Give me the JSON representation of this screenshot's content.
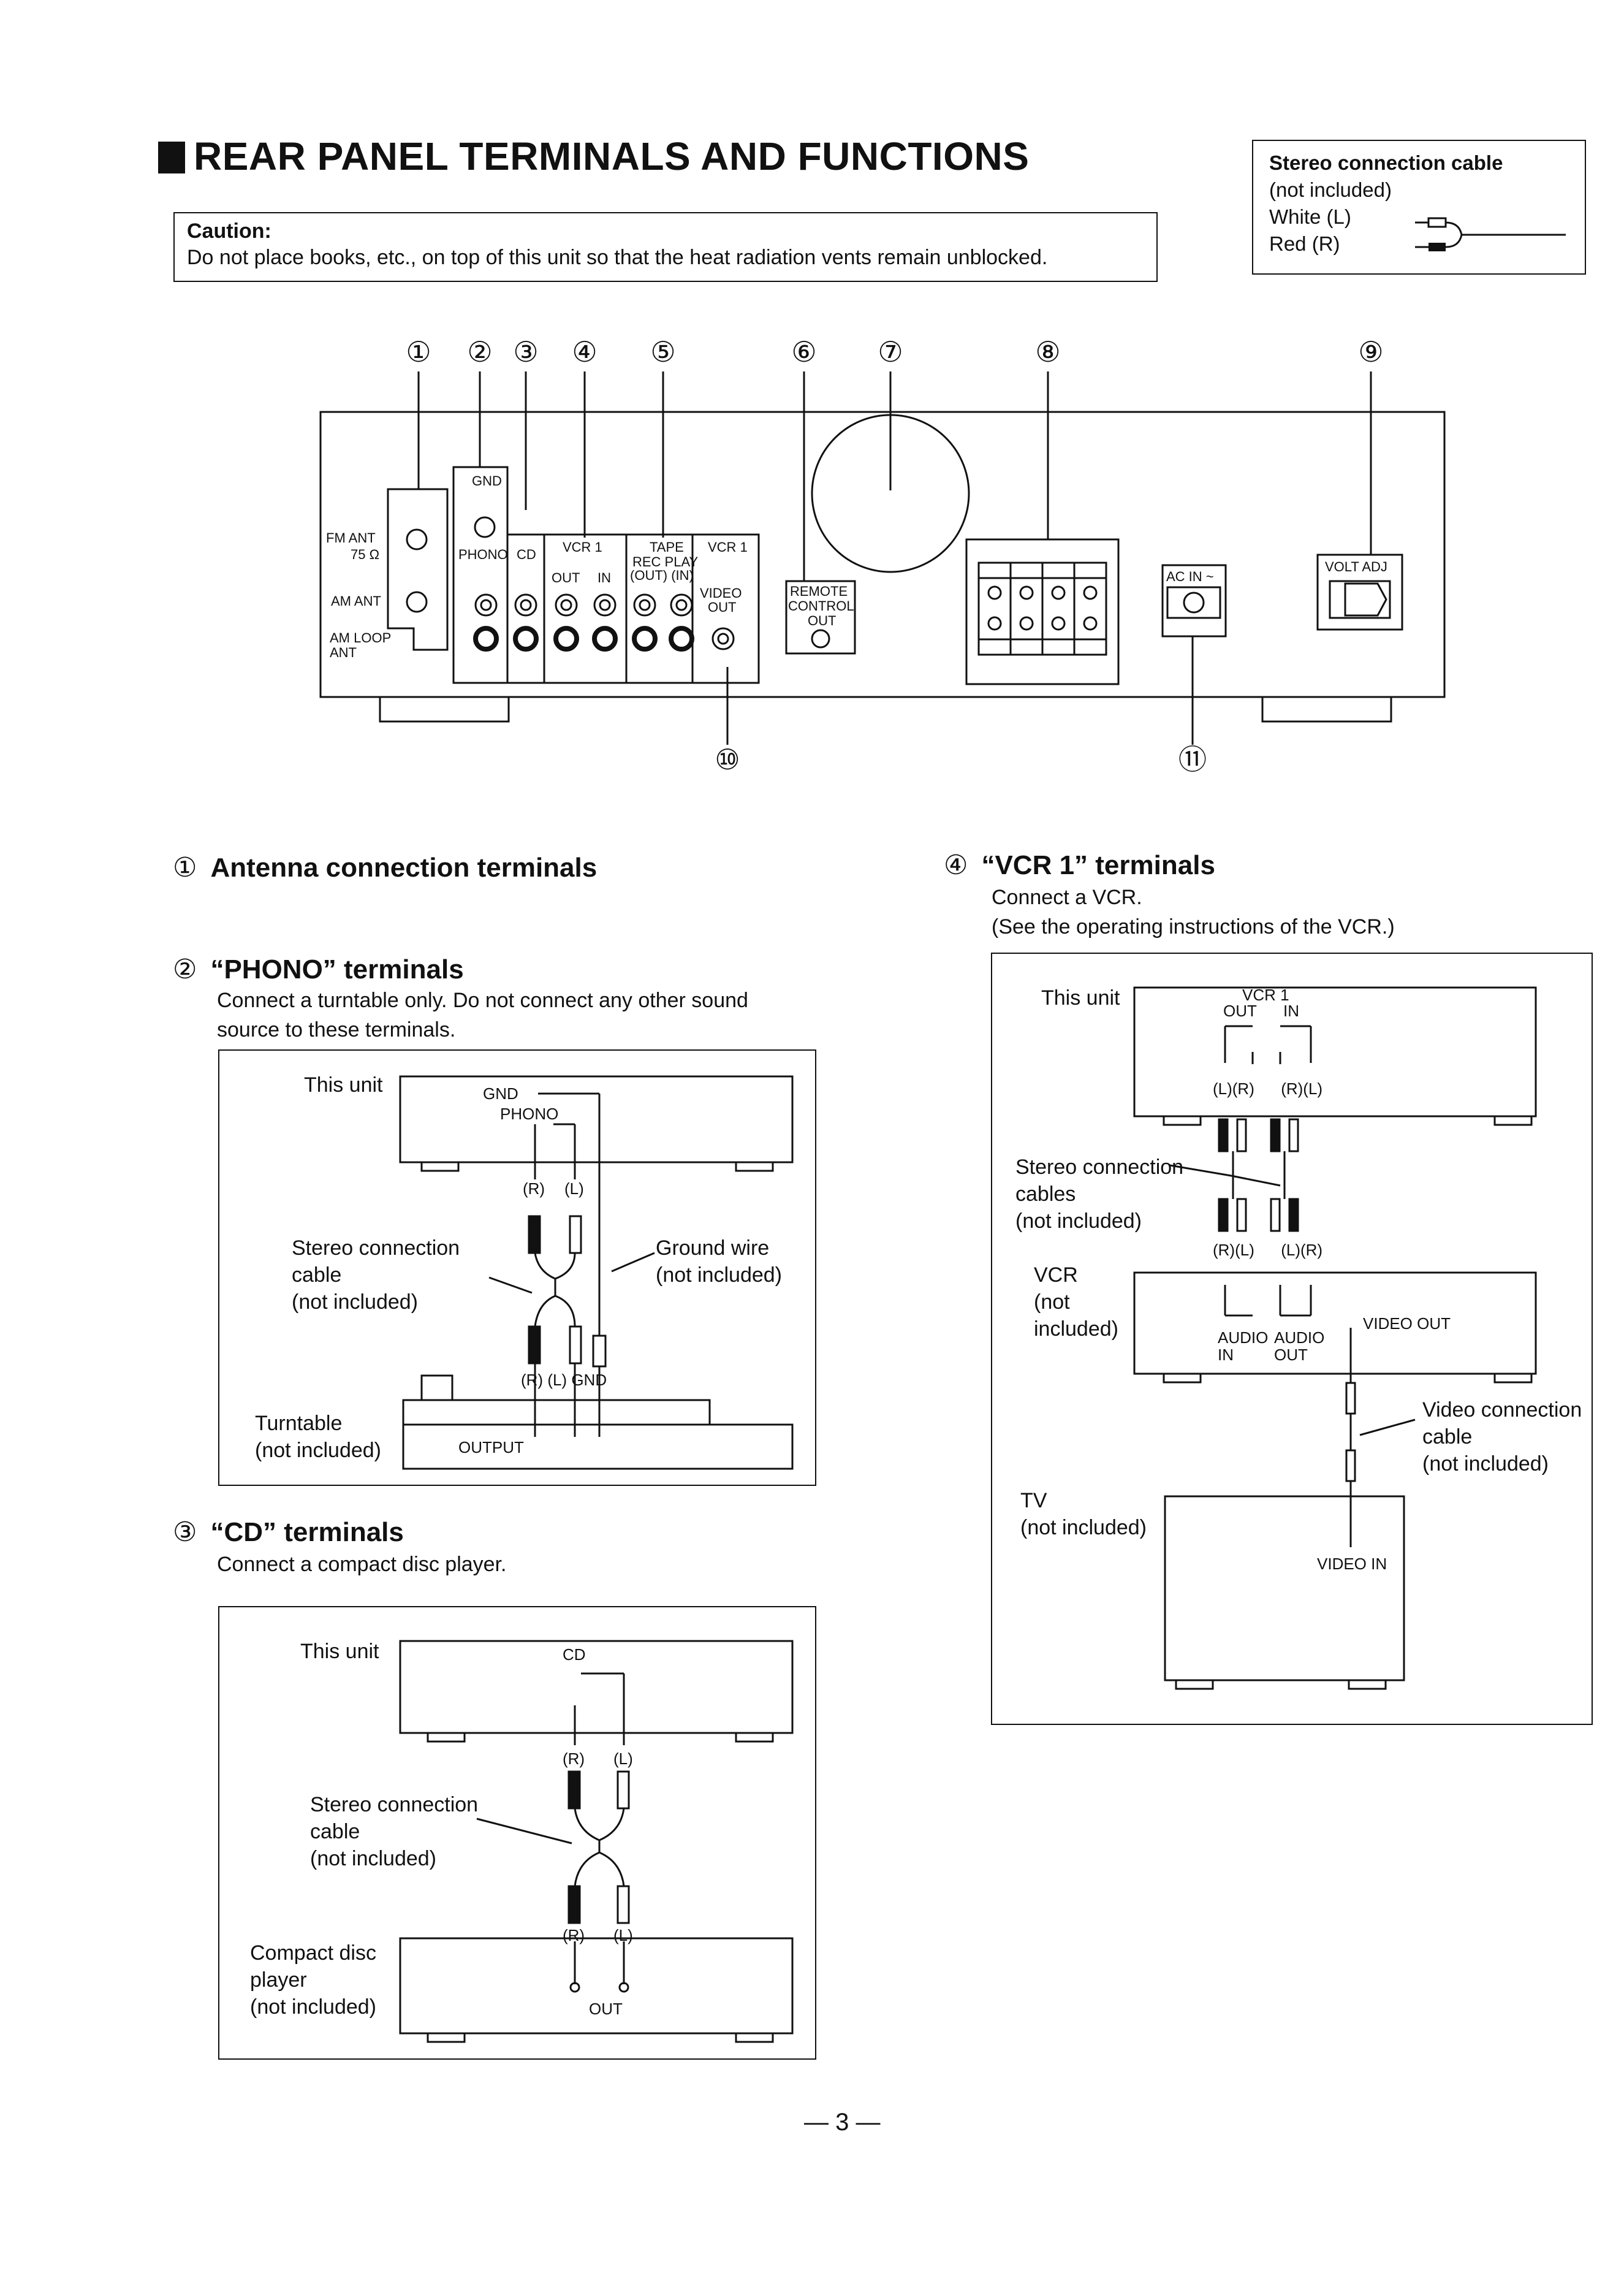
{
  "title": "REAR PANEL TERMINALS AND FUNCTIONS",
  "caution": {
    "heading": "Caution:",
    "text": "Do not place books, etc., on top of this unit so that the heat radiation vents remain unblocked."
  },
  "cable_legend": {
    "heading": "Stereo connection cable",
    "note": "(not included)",
    "white": "White (L)",
    "red": "Red    (R)"
  },
  "panel": {
    "callouts_top": [
      "①",
      "②",
      "③",
      "④",
      "⑤",
      "⑥",
      "⑦",
      "⑧",
      "⑨"
    ],
    "callouts_bottom": [
      "⑩",
      "⑪"
    ],
    "fm_ant": "FM ANT",
    "fm_ohm": "75 Ω",
    "am_ant": "AM ANT",
    "am_loop": "AM LOOP",
    "am_loop2": "ANT",
    "gnd": "GND",
    "phono": "PHONO",
    "cd": "CD",
    "vcr1_group": "VCR 1",
    "out": "OUT",
    "in": "IN",
    "tape": "TAPE",
    "rec_play": "REC PLAY",
    "tape_out_in": "(OUT) (IN)",
    "vcr1": "VCR 1",
    "video": "VIDEO",
    "video_out": "OUT",
    "remote1": "REMOTE",
    "remote2": "CONTROL",
    "remote3": "OUT",
    "ac_in": "AC IN ~",
    "volt_adj": "VOLT ADJ"
  },
  "sections": {
    "s1": {
      "num": "①",
      "title": "Antenna connection terminals"
    },
    "s2": {
      "num": "②",
      "title": "“PHONO” terminals",
      "text1": "Connect a turntable only. Do not connect any other sound",
      "text2": "source to these terminals."
    },
    "s3": {
      "num": "③",
      "title": "“CD” terminals",
      "text": "Connect a compact disc player."
    },
    "s4": {
      "num": "④",
      "title": "“VCR 1” terminals",
      "text1": "Connect a VCR.",
      "text2": "(See the operating instructions of the VCR.)"
    }
  },
  "phono_diagram": {
    "this_unit": "This unit",
    "gnd": "GND",
    "phono": "PHONO",
    "r": "(R)",
    "l": "(L)",
    "cable1": "Stereo connection",
    "cable2": "cable",
    "cable3": "(not included)",
    "gw1": "Ground wire",
    "gw2": "(not included)",
    "rlgnd": "(R)  (L) GND",
    "tt1": "Turntable",
    "tt2": "(not included)",
    "output": "OUTPUT"
  },
  "cd_diagram": {
    "this_unit": "This unit",
    "cd": "CD",
    "r": "(R)",
    "l": "(L)",
    "cable1": "Stereo connection",
    "cable2": "cable",
    "cable3": "(not included)",
    "cdp1": "Compact disc",
    "cdp2": "player",
    "cdp3": "(not included)",
    "out": "OUT"
  },
  "vcr_diagram": {
    "this_unit": "This unit",
    "vcr1": "VCR 1",
    "out": "OUT",
    "in": "IN",
    "lr_top": "(L)(R)      (R)(L)",
    "cable1": "Stereo connection",
    "cable2": "cables",
    "cable3": "(not included)",
    "rl_mid": "(R)(L)      (L)(R)",
    "vcr1l": "VCR",
    "vcr2l": "(not",
    "vcr3l": "included)",
    "audio_in1": "AUDIO",
    "audio_in2": "IN",
    "audio_out1": "AUDIO",
    "audio_out2": "OUT",
    "video_out": "VIDEO OUT",
    "vc1": "Video connection",
    "vc2": "cable",
    "vc3": "(not included)",
    "tv1": "TV",
    "tv2": "(not included)",
    "video_in": "VIDEO IN"
  },
  "page_number": "— 3 —"
}
